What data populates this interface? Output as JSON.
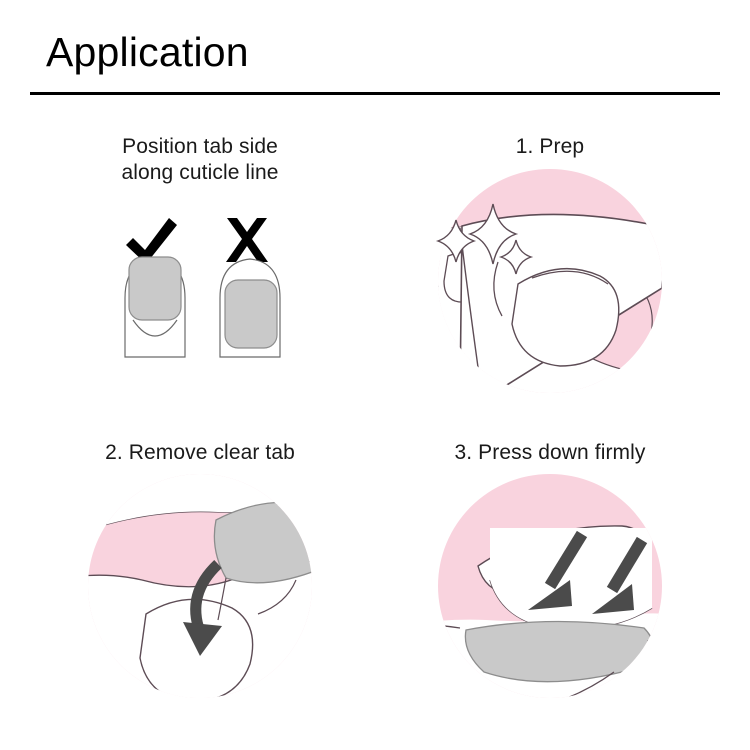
{
  "header": {
    "title": "Application"
  },
  "colors": {
    "pink_fill": "#f9d3de",
    "gray_fill": "#c9c9c9",
    "gray_stroke": "#8d8d8d",
    "line_stroke": "#5d4c55",
    "nail_outline": "#6b6b6b",
    "arrow_fill": "#4b4b4b",
    "text": "#1a1a1a",
    "rule": "#000000"
  },
  "panels": [
    {
      "id": "guide",
      "caption_line1": "Position tab side",
      "caption_line2": "along cuticle line",
      "marks": {
        "correct": "✔",
        "incorrect": "X"
      },
      "correct_label": "correct-placement",
      "incorrect_label": "incorrect-placement"
    },
    {
      "id": "prep",
      "caption_line1": "1. Prep",
      "caption_line2": "",
      "icons": [
        "sparkle-large",
        "sparkle-medium",
        "sparkle-small"
      ]
    },
    {
      "id": "remove",
      "caption_line1": "2. Remove clear tab",
      "caption_line2": "",
      "icons": [
        "curved-arrow-down"
      ]
    },
    {
      "id": "press",
      "caption_line1": "3. Press down firmly",
      "caption_line2": "",
      "icons": [
        "arrow-down-left",
        "arrow-down-right"
      ]
    }
  ]
}
